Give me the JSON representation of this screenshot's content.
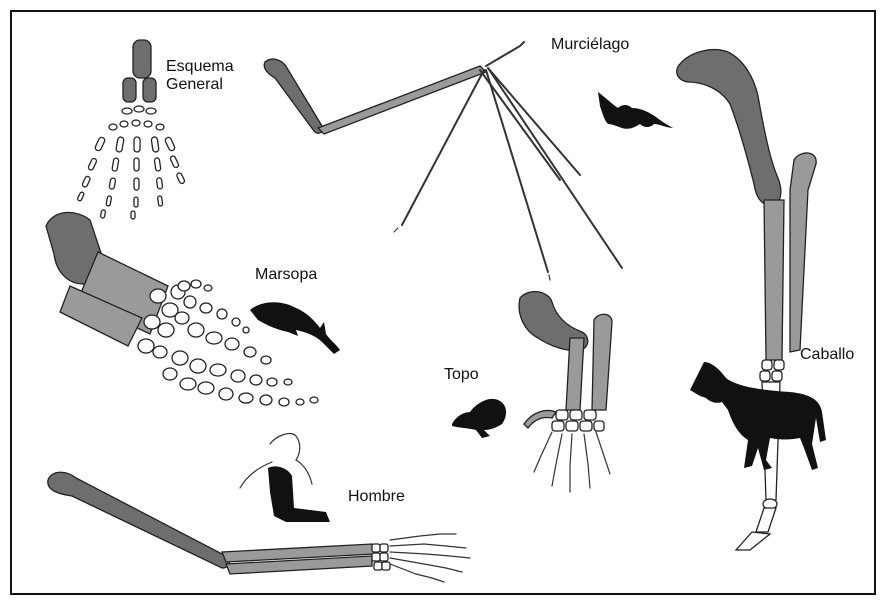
{
  "labels": {
    "esquema_line1": "Esquema",
    "esquema_line2": "General",
    "murcielago": "Murciélago",
    "marsopa": "Marsopa",
    "topo": "Topo",
    "caballo": "Caballo",
    "hombre": "Hombre"
  },
  "colors": {
    "bone_dark": "#6e6e6e",
    "bone_mid": "#9a9a9a",
    "bone_light": "#ffffff",
    "silhouette": "#111111",
    "outline": "#222222"
  }
}
